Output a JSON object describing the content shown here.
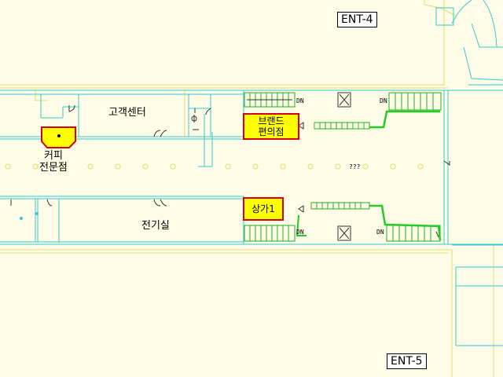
{
  "entrances": {
    "north": "ENT-4",
    "south": "ENT-5"
  },
  "rooms": {
    "customer_center": "고객센터",
    "electrical_room": "전기실"
  },
  "stores": {
    "coffee_line1": "커피",
    "coffee_line2": "전문점",
    "convenience_line1": "브랜드",
    "convenience_line2": "편의점",
    "shop": "상가1"
  },
  "stair_tags": {
    "down": "DN",
    "unknown": "???"
  },
  "colors": {
    "background": "#fffde8",
    "wall": "#33cccc",
    "outline": "#e8d870",
    "stair_rail": "#22cc22",
    "store_fill": "#ffff00",
    "store_border": "#d40000"
  }
}
